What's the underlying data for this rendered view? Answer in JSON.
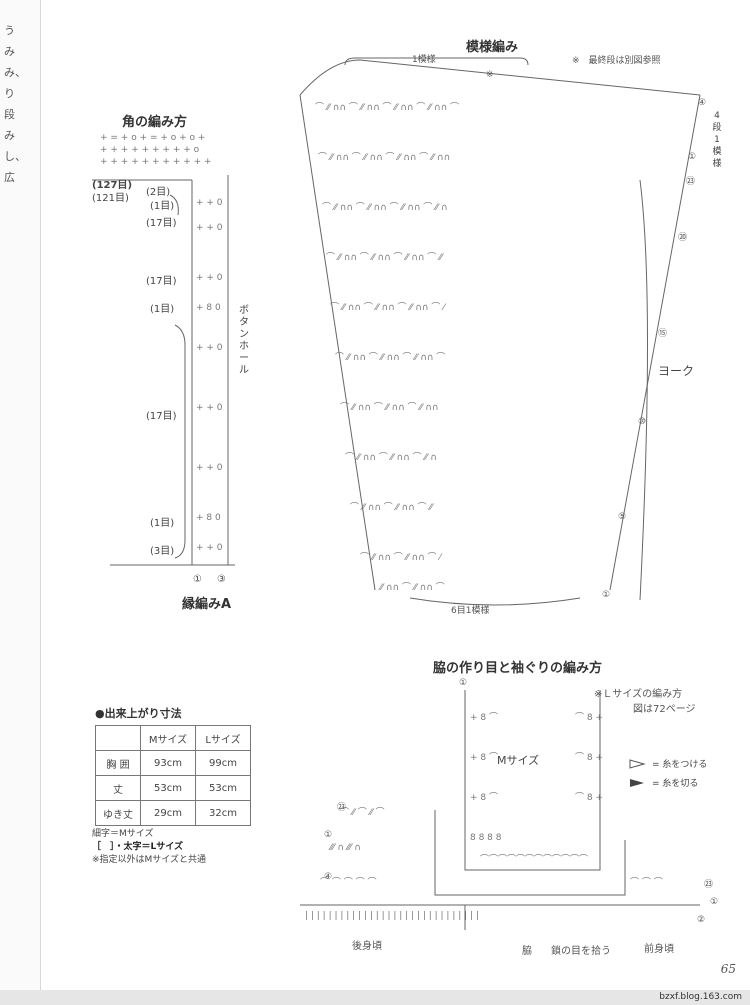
{
  "gutter": {
    "chars": [
      "う",
      "み",
      "み、",
      "り",
      "段",
      "み",
      "し、",
      "広"
    ]
  },
  "corner": {
    "title": "角の編み方",
    "labels": [
      "(127目)",
      "(121目)",
      "(2目)",
      "(1目)",
      "(17目)",
      "(17目)",
      "(1目)",
      "(17目)",
      "(1目)",
      "(3目)"
    ],
    "button_hole": "ボタンホール",
    "bottom_marks": [
      "①",
      "③"
    ],
    "name": "縁編みA"
  },
  "pattern": {
    "title": "模様編み",
    "repeat_label": "1模様",
    "asterisk": "※",
    "note": "※　最終段は別図参照",
    "side_repeat": "4段1模様",
    "yoke": "ヨーク",
    "bottom_label": "6目1模様",
    "row_marks": [
      "④",
      "①",
      "㉓",
      "⑳",
      "⑮",
      "⑩",
      "⑤",
      "①"
    ]
  },
  "armhole": {
    "title": "脇の作り目と袖ぐりの編み方",
    "l_note_1": "※Ｌサイズの編み方",
    "l_note_2": "図は72ページ",
    "size": "Mサイズ",
    "legend_attach": "= 糸をつける",
    "legend_cut": "= 糸を切る",
    "top_mark": "①",
    "left_marks": [
      "㉓",
      "①",
      "④"
    ],
    "right_marks": [
      "㉓",
      "①",
      "②"
    ],
    "bottom_back": "後身頃",
    "bottom_side": "脇",
    "bottom_pick": "鎖の目を拾う",
    "bottom_front": "前身頃"
  },
  "measurements": {
    "title": "●出来上がり寸法",
    "headers": [
      "",
      "Mサイズ",
      "Lサイズ"
    ],
    "rows": [
      [
        "胸 囲",
        "93cm",
        "99cm"
      ],
      [
        "丈",
        "53cm",
        "53cm"
      ],
      [
        "ゆき丈",
        "29cm",
        "32cm"
      ]
    ]
  },
  "notes": {
    "line1": "細字＝Mサイズ",
    "line2": "［　］・太字＝Lサイズ",
    "line3": "※指定以外はMサイズと共通"
  },
  "page_number": "65",
  "footer": "bzxf.blog.163.com"
}
